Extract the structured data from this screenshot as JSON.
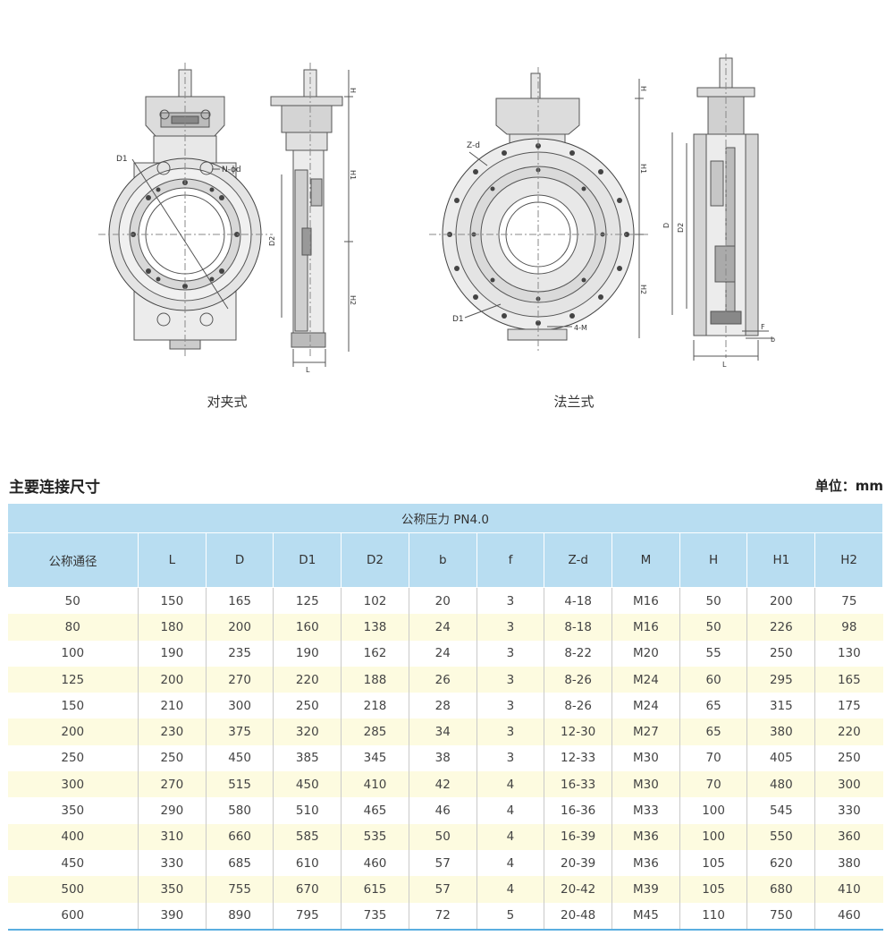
{
  "drawings": {
    "wafer_caption": "对夹式",
    "flange_caption": "法兰式",
    "wafer_labels": {
      "d1": "D1",
      "nd": "N-ϕd",
      "d2": "D2",
      "h": "H",
      "h1": "H1",
      "h2": "H2",
      "l": "L"
    },
    "flange_labels": {
      "zd": "Z-d",
      "d1": "D1",
      "m": "4-M",
      "h": "H",
      "h1": "H1",
      "h2": "H2",
      "d": "D",
      "d2": "D2",
      "f": "F",
      "b": "b",
      "l": "L"
    }
  },
  "section": {
    "title": "主要连接尺寸",
    "unit": "单位：mm"
  },
  "table": {
    "pressure": "公称压力 PN4.0",
    "headers": [
      "公称通径",
      "L",
      "D",
      "D1",
      "D2",
      "b",
      "f",
      "Z-d",
      "M",
      "H",
      "H1",
      "H2"
    ],
    "rows": [
      [
        "50",
        "150",
        "165",
        "125",
        "102",
        "20",
        "3",
        "4-18",
        "M16",
        "50",
        "200",
        "75"
      ],
      [
        "80",
        "180",
        "200",
        "160",
        "138",
        "24",
        "3",
        "8-18",
        "M16",
        "50",
        "226",
        "98"
      ],
      [
        "100",
        "190",
        "235",
        "190",
        "162",
        "24",
        "3",
        "8-22",
        "M20",
        "55",
        "250",
        "130"
      ],
      [
        "125",
        "200",
        "270",
        "220",
        "188",
        "26",
        "3",
        "8-26",
        "M24",
        "60",
        "295",
        "165"
      ],
      [
        "150",
        "210",
        "300",
        "250",
        "218",
        "28",
        "3",
        "8-26",
        "M24",
        "65",
        "315",
        "175"
      ],
      [
        "200",
        "230",
        "375",
        "320",
        "285",
        "34",
        "3",
        "12-30",
        "M27",
        "65",
        "380",
        "220"
      ],
      [
        "250",
        "250",
        "450",
        "385",
        "345",
        "38",
        "3",
        "12-33",
        "M30",
        "70",
        "405",
        "250"
      ],
      [
        "300",
        "270",
        "515",
        "450",
        "410",
        "42",
        "4",
        "16-33",
        "M30",
        "70",
        "480",
        "300"
      ],
      [
        "350",
        "290",
        "580",
        "510",
        "465",
        "46",
        "4",
        "16-36",
        "M33",
        "100",
        "545",
        "330"
      ],
      [
        "400",
        "310",
        "660",
        "585",
        "535",
        "50",
        "4",
        "16-39",
        "M36",
        "100",
        "550",
        "360"
      ],
      [
        "450",
        "330",
        "685",
        "610",
        "460",
        "57",
        "4",
        "20-39",
        "M36",
        "105",
        "620",
        "380"
      ],
      [
        "500",
        "350",
        "755",
        "670",
        "615",
        "57",
        "4",
        "20-42",
        "M39",
        "105",
        "680",
        "410"
      ],
      [
        "600",
        "390",
        "890",
        "795",
        "735",
        "72",
        "5",
        "20-48",
        "M45",
        "110",
        "750",
        "460"
      ]
    ]
  }
}
